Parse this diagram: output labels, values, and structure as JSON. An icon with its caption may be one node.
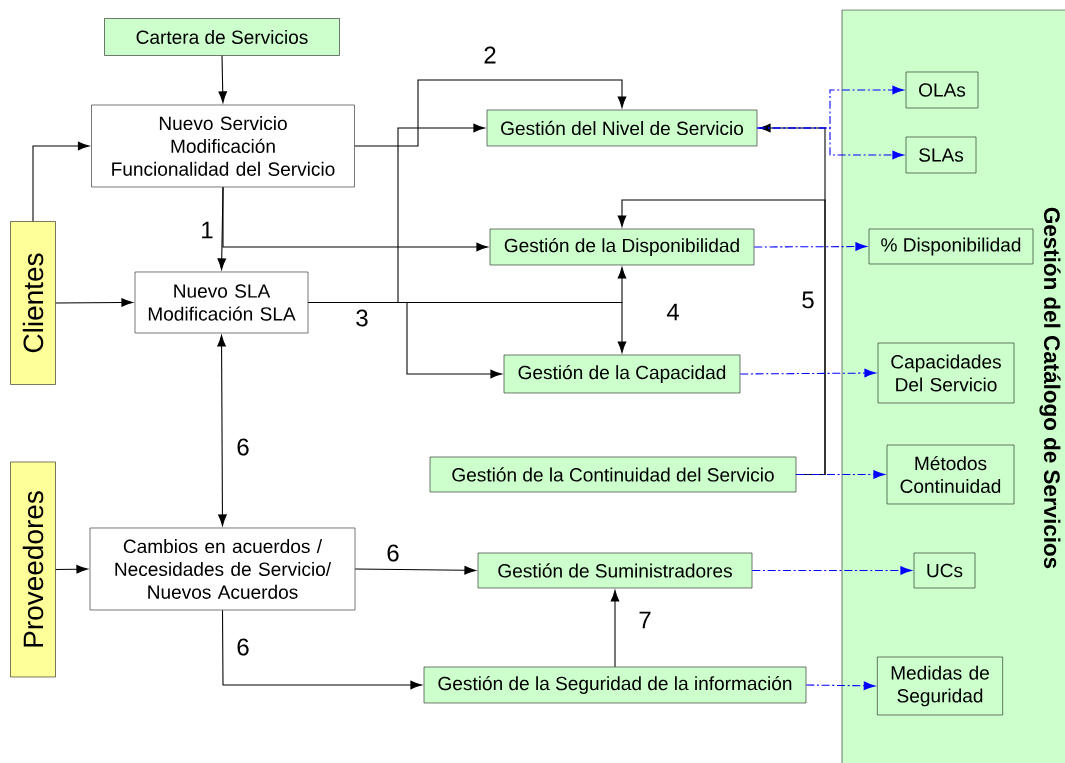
{
  "diagram": {
    "nodes": [
      {
        "text": [
          "Cartera de Servicios"
        ]
      },
      {
        "text": [
          "Nuevo Servicio Modificación Funcionalidad del Servicio"
        ]
      },
      {
        "text": [
          "Clientes"
        ]
      },
      {
        "text": [
          "Nuevo SLA Modificación SLA"
        ]
      },
      {
        "text": [
          "Proveedores"
        ]
      },
      {
        "text": [
          "Cambios en acuerdos / Necesidades de Servicio/ Nuevos Acuerdos"
        ]
      },
      {
        "text": [
          "Gestión del Catálogo de Servicios"
        ]
      },
      {
        "text": [
          "Gestión del Nivel de Servicio"
        ]
      },
      {
        "text": [
          "Gestión de la Disponibilidad"
        ]
      },
      {
        "text": [
          "Gestión de la Capacidad"
        ]
      },
      {
        "text": [
          "Gestión de la Continuidad del Servicio"
        ]
      },
      {
        "text": [
          "Gestión de Suministradores"
        ]
      },
      {
        "text": [
          "Gestión de la Seguridad de la información"
        ]
      },
      {
        "text": [
          "OLAs"
        ],
        "in": 6
      },
      {
        "text": [
          "SLAs"
        ],
        "in": 6
      },
      {
        "text": [
          "% Disponibilidad"
        ],
        "in": 6
      },
      {
        "text": [
          "Capacidades Del Servicio"
        ],
        "in": 6
      },
      {
        "text": [
          "Métodos Continuidad"
        ],
        "in": 6
      },
      {
        "text": [
          "UCs"
        ],
        "in": 6
      },
      {
        "text": [
          "Medidas de Seguridad"
        ],
        "in": 6
      }
    ],
    "edges": [
      {
        "from": 0,
        "to": 1,
        "arrow": "to"
      },
      {
        "from": 2,
        "to": 1,
        "arrow": "to"
      },
      {
        "from": 2,
        "to": 3,
        "arrow": "to"
      },
      {
        "from": 1,
        "to": 3,
        "arrow": "to"
      },
      {
        "from": 1,
        "to": 8,
        "arrow": "to",
        "label": "1"
      },
      {
        "from": 1,
        "to": 7,
        "arrow": "to",
        "label": "2"
      },
      {
        "from": 3,
        "to": 7,
        "arrow": "to",
        "label": "3"
      },
      {
        "from": 3,
        "to": 8,
        "arrow": "to"
      },
      {
        "from": 3,
        "to": 9,
        "arrow": "to"
      },
      {
        "from": 3,
        "to": 9,
        "arrow": "to",
        "label": "4"
      },
      {
        "from": 10,
        "to": 7,
        "arrow": "to",
        "label": "5"
      },
      {
        "from": 10,
        "to": 8,
        "arrow": "to"
      },
      {
        "from": 3,
        "to": 5,
        "arrow": "both",
        "label": "6"
      },
      {
        "from": 4,
        "to": 5,
        "arrow": "to"
      },
      {
        "from": 5,
        "to": 11,
        "arrow": "to",
        "label": "6"
      },
      {
        "from": 5,
        "to": 12,
        "arrow": "to",
        "label": "6"
      },
      {
        "from": 12,
        "to": 11,
        "arrow": "to",
        "label": "7"
      },
      {
        "from": 7,
        "to": 13,
        "arrow": "to",
        "style": "dashed",
        "color": "#0000ff"
      },
      {
        "from": 7,
        "to": 14,
        "arrow": "to",
        "style": "dashed",
        "color": "#0000ff"
      },
      {
        "from": 8,
        "to": 15,
        "arrow": "to",
        "style": "dashed",
        "color": "#0000ff"
      },
      {
        "from": 9,
        "to": 16,
        "arrow": "to",
        "style": "dashed",
        "color": "#0000ff"
      },
      {
        "from": 10,
        "to": 17,
        "arrow": "to",
        "style": "dashed",
        "color": "#0000ff"
      },
      {
        "from": 11,
        "to": 18,
        "arrow": "to",
        "style": "dashed",
        "color": "#0000ff"
      },
      {
        "from": 12,
        "to": 19,
        "arrow": "to",
        "style": "dashed",
        "color": "#0000ff"
      }
    ]
  }
}
